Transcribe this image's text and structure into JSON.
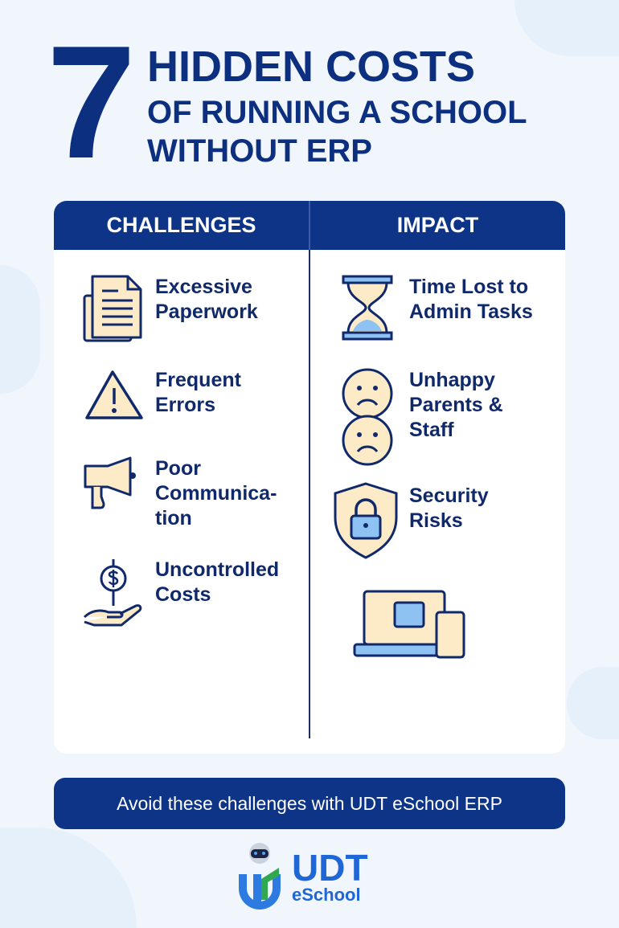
{
  "title": {
    "number": "7",
    "line1": "HIDDEN COSTS",
    "line2": "OF RUNNING A SCHOOL",
    "line3": "WITHOUT ERP"
  },
  "table": {
    "headers": [
      "CHALLENGES",
      "IMPACT"
    ],
    "challenges": [
      {
        "label": "Excessive\nPaperwork",
        "icon": "documents-icon"
      },
      {
        "label": "Frequent\nErrors",
        "icon": "warning-icon"
      },
      {
        "label": "Poor\nCommunica-\ntion",
        "icon": "megaphone-icon"
      },
      {
        "label": "Uncontrolled\nCosts",
        "icon": "money-hand-icon"
      }
    ],
    "impacts": [
      {
        "label": "Time Lost to\nAdmin Tasks",
        "icon": "hourglass-icon"
      },
      {
        "label": "Unhappy\nParents &\nStaff",
        "icon": "sad-faces-icon"
      },
      {
        "label": "Security\nRisks",
        "icon": "shield-lock-icon"
      }
    ]
  },
  "banner": "Avoid these challenges with UDT eSchool ERP",
  "logo": {
    "name": "UDT",
    "sub": "eSchool"
  },
  "colors": {
    "navy": "#0d3486",
    "cream": "#fdebc8",
    "lightblue": "#8ec2f2",
    "logo_blue": "#1f66d6",
    "logo_green": "#2fa84f"
  }
}
